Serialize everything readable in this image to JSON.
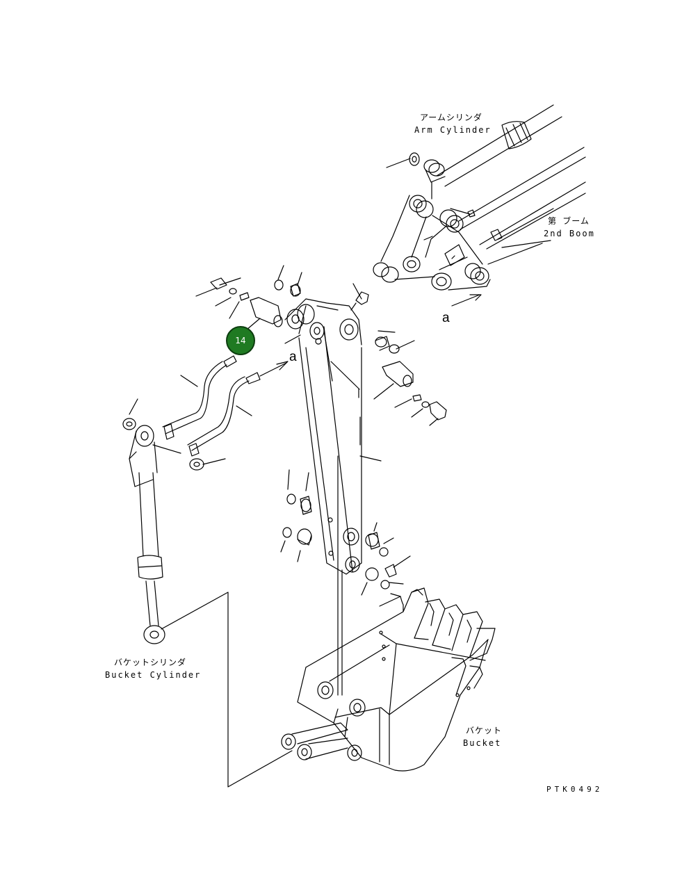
{
  "labels": {
    "arm_cylinder_jp": "アームシリンダ",
    "arm_cylinder_en": "Arm Cylinder",
    "second_boom_jp": "第 ブーム",
    "second_boom_en": "2nd Boom",
    "bucket_cylinder_jp": "バケットシリンダ",
    "bucket_cylinder_en": "Bucket Cylinder",
    "bucket_jp": "バケット",
    "bucket_en": "Bucket",
    "ref_a_top": "a",
    "ref_a_mid": "a",
    "drawing_code": "PTK0492"
  },
  "callouts": [
    {
      "number": "14",
      "color": "#1f7a22"
    }
  ]
}
